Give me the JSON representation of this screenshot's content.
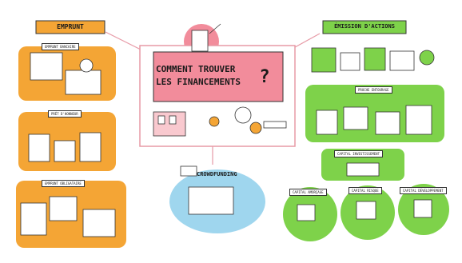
{
  "central": {
    "line1": "COMMENT TROUVER",
    "line2": "LES FINANCEMENTS",
    "mark": "?"
  },
  "emprunt": {
    "title": "EMPRUNT",
    "items": [
      "EMPRUNT BANCAIRE",
      "PRÊT D'HONNEUR",
      "EMPRUNT OBLIGATAIRE"
    ]
  },
  "actions": {
    "title": "ÉMISSION D'ACTIONS",
    "items": [
      "PROCHE ENTOURAGE",
      "CAPITAL INVESTISSEMENT",
      "CAPITAL AMORÇAGE",
      "CAPITAL RISQUE",
      "CAPITAL DÉVELOPPEMENT"
    ]
  },
  "crowdfunding": {
    "title": "CROWDFUNDING"
  },
  "colors": {
    "pink": "#f28c9b",
    "pinkLight": "#f9c9cf",
    "orange": "#f4a535",
    "green": "#7ed24a",
    "blue": "#9fd6ee"
  }
}
